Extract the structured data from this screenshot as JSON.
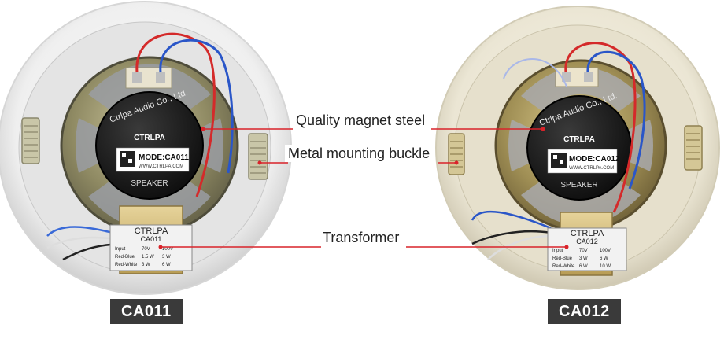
{
  "annotations": {
    "magnet": "Quality magnet steel",
    "buckle": "Metal mounting buckle",
    "transformer": "Transformer"
  },
  "models": [
    {
      "badge": "CA011",
      "magnet_brand": "Ctrlpa Audio Co., Ltd.",
      "magnet_logo": "CTRLPA",
      "magnet_model": "MODE:CA011",
      "magnet_url": "WWW.CTRLPA.COM",
      "magnet_speaker": "SPEAKER",
      "transformer_brand": "CTRLPA",
      "transformer_model": "CA011",
      "transformer_rows": [
        {
          "label": "Input",
          "a": "70V",
          "b": "100V"
        },
        {
          "label": "Red-Blue",
          "a": "1.5 W",
          "b": "3 W"
        },
        {
          "label": "Red-White",
          "a": "3 W",
          "b": "6 W"
        }
      ]
    },
    {
      "badge": "CA012",
      "magnet_brand": "Ctrlpa Audio Co., Ltd.",
      "magnet_logo": "CTRLPA",
      "magnet_model": "MODE:CA012",
      "magnet_url": "WWW.CTRLPA.COM",
      "magnet_speaker": "SPEAKER",
      "transformer_brand": "CTRLPA",
      "transformer_model": "CA012",
      "transformer_rows": [
        {
          "label": "Input",
          "a": "70V",
          "b": "100V"
        },
        {
          "label": "Red-Blue",
          "a": "3 W",
          "b": "6 W"
        },
        {
          "label": "Red-White",
          "a": "6 W",
          "b": "10 W"
        }
      ]
    }
  ],
  "colors": {
    "leader_line": "#d9232a",
    "badge_bg": "#3a3a3a",
    "rim_left": "#eeeeee",
    "rim_right": "#ece7d6",
    "basket": "#8c8a6e",
    "magnet": "#1c1c1c"
  }
}
